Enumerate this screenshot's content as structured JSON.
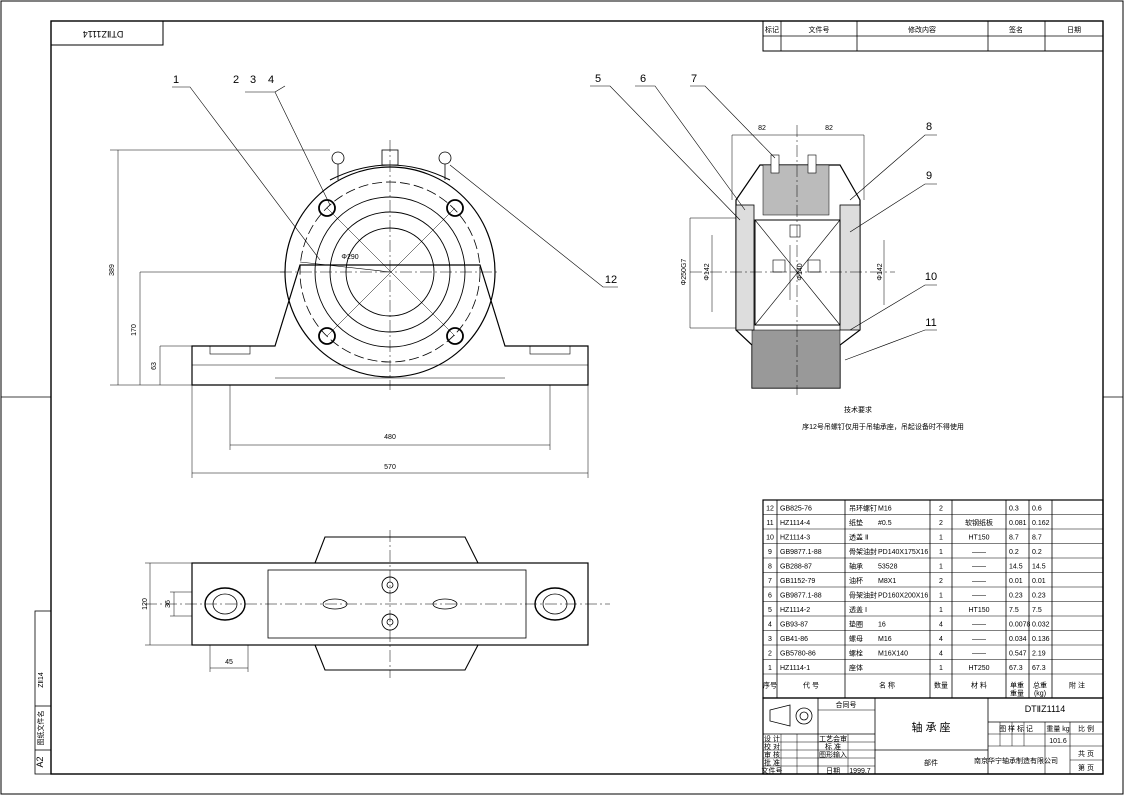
{
  "drawing_code_rotated": "DTⅡZ1114",
  "revision_table": {
    "headers": [
      "标记",
      "文件号",
      "修改内容",
      "签名",
      "日期"
    ]
  },
  "callouts": [
    "1",
    "2",
    "3",
    "4",
    "5",
    "6",
    "7",
    "8",
    "9",
    "10",
    "11",
    "12"
  ],
  "dimensions": {
    "height_total": "389",
    "height_170": "170",
    "height_63": "63",
    "dia_290": "Φ290",
    "width_480": "480",
    "width_570": "570",
    "section_82a": "82",
    "section_82b": "82",
    "dia_250": "Φ250G7",
    "dia_142a": "Φ142",
    "dia_140": "Φ140",
    "dia_142b": "Φ142",
    "plan_120": "120",
    "plan_36": "36",
    "plan_45": "45"
  },
  "tech_notes": {
    "title": "技术要求",
    "line1": "序12号吊螺钉仅用于吊轴承座，吊起设备时不得使用"
  },
  "bom": {
    "rows": [
      {
        "no": "12",
        "code": "GB825-76",
        "name": "吊环螺钉",
        "spec": "M16",
        "qty": "2",
        "mat": "",
        "w1": "0.3",
        "w2": "0.6"
      },
      {
        "no": "11",
        "code": "HZ1114-4",
        "name": "纸垫",
        "spec": "#0.5",
        "qty": "2",
        "mat": "软钢纸板",
        "w1": "0.081",
        "w2": "0.162"
      },
      {
        "no": "10",
        "code": "HZ1114-3",
        "name": "透盖 Ⅱ",
        "spec": "",
        "qty": "1",
        "mat": "HT150",
        "w1": "8.7",
        "w2": "8.7"
      },
      {
        "no": "9",
        "code": "GB9877.1-88",
        "name": "骨架油封",
        "spec": "PD140X175X16",
        "qty": "1",
        "mat": "——",
        "w1": "0.2",
        "w2": "0.2"
      },
      {
        "no": "8",
        "code": "GB288-87",
        "name": "轴承",
        "spec": "53528",
        "qty": "1",
        "mat": "——",
        "w1": "14.5",
        "w2": "14.5"
      },
      {
        "no": "7",
        "code": "GB1152-79",
        "name": "油杯",
        "spec": "M8X1",
        "qty": "2",
        "mat": "——",
        "w1": "0.01",
        "w2": "0.01"
      },
      {
        "no": "6",
        "code": "GB9877.1-88",
        "name": "骨架油封",
        "spec": "PD160X200X16",
        "qty": "1",
        "mat": "——",
        "w1": "0.23",
        "w2": "0.23"
      },
      {
        "no": "5",
        "code": "HZ1114-2",
        "name": "透盖 Ⅰ",
        "spec": "",
        "qty": "1",
        "mat": "HT150",
        "w1": "7.5",
        "w2": "7.5"
      },
      {
        "no": "4",
        "code": "GB93-87",
        "name": "垫圈",
        "spec": "16",
        "qty": "4",
        "mat": "——",
        "w1": "0.0078",
        "w2": "0.032"
      },
      {
        "no": "3",
        "code": "GB41-86",
        "name": "螺母",
        "spec": "M16",
        "qty": "4",
        "mat": "——",
        "w1": "0.034",
        "w2": "0.136"
      },
      {
        "no": "2",
        "code": "GB5780-86",
        "name": "螺栓",
        "spec": "M16X140",
        "qty": "4",
        "mat": "——",
        "w1": "0.547",
        "w2": "2.19"
      },
      {
        "no": "1",
        "code": "HZ1114-1",
        "name": "座体",
        "spec": "",
        "qty": "1",
        "mat": "HT250",
        "w1": "67.3",
        "w2": "67.3"
      }
    ],
    "header": {
      "no": "序号",
      "code": "代 号",
      "name": "名 称",
      "qty": "数量",
      "mat": "材 料",
      "w_single": "单重",
      "w_total": "总重",
      "weight": "重量",
      "unit": "(kg)",
      "remark": "附 注"
    }
  },
  "title_block": {
    "drawing_no": "DTⅡZ1114",
    "contract_no": "合同号",
    "title": "轴 承 座",
    "stage_label": "图 样 标 记",
    "weight_label": "重量 kg",
    "scale_label": "比 例",
    "weight": "101.6",
    "sheets_total": "共 页",
    "sheet_no": "第 页",
    "company": "南京华宁轴承制造有限公司",
    "part": "部件",
    "design": "设 计",
    "check": "校 对",
    "review": "审 核",
    "approve": "批 准",
    "process": "工艺会审",
    "std": "标 准",
    "drawing_input": "图形输入",
    "date_label": "日期",
    "date": "1999.7",
    "file_label": "文件号"
  },
  "side_strip": {
    "code": "ZⅡ14",
    "label": "图纸文件名",
    "size": "A2"
  }
}
